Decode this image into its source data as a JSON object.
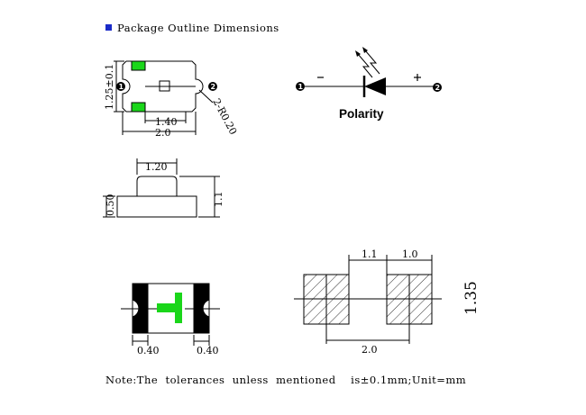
{
  "header": {
    "title": "Package Outline Dimensions",
    "bullet_color": "#1a2bc8"
  },
  "top_view": {
    "dim_height": "1.25±0.1",
    "dim_pad_spacing": "1.40",
    "dim_length": "2.0",
    "dim_radius": "2-R0.20",
    "pad_color": "#1ad61a"
  },
  "polarity": {
    "pin_left": "1",
    "pin_right": "2",
    "minus": "—",
    "plus": "+",
    "label": "Polarity"
  },
  "side_view": {
    "dim_lens_width": "1.20",
    "dim_base_height": "0.50",
    "dim_total_height": "1.1"
  },
  "bottom_view": {
    "dim_left_pad": "0.40",
    "dim_right_pad": "0.40",
    "mark_color": "#1ad61a"
  },
  "footprint": {
    "dim_gap": "1.1",
    "dim_pad_width": "1.0",
    "dim_total_width": "2.0",
    "dim_height": "1.35"
  },
  "note": "Note:The  tolerances  unless  mentioned    is±0.1mm;Unit=mm"
}
